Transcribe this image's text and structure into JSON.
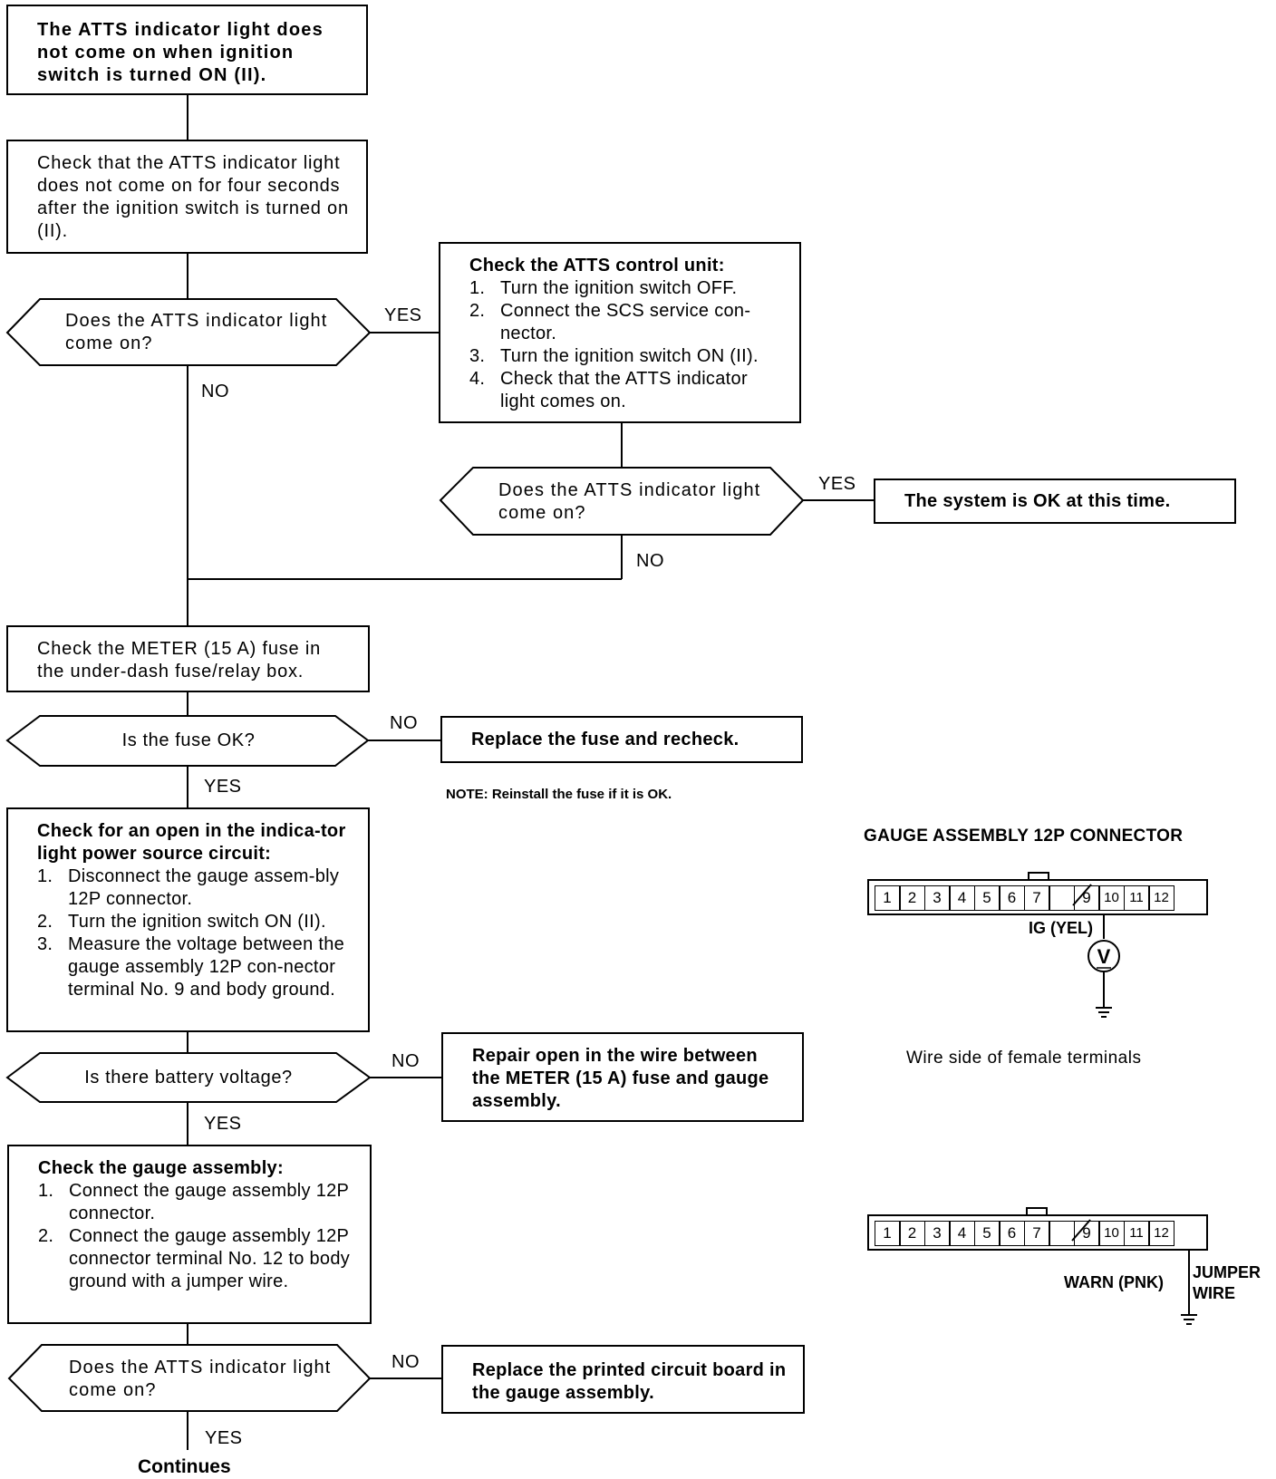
{
  "flow": {
    "start_box": "The ATTS indicator light does not come on when ignition switch is turned ON (II).",
    "check_four_seconds": "Check that the ATTS indicator light does not come on for four seconds after the ignition switch is turned on (II).",
    "decision_light_1": "Does the ATTS indicator light come on?",
    "control_unit": {
      "title": "Check the ATTS control unit:",
      "steps": [
        "Turn the ignition switch OFF.",
        "Connect the SCS service con-nector.",
        "Turn the ignition switch ON (II).",
        "Check that the ATTS indicator light comes on."
      ]
    },
    "decision_light_2": "Does the ATTS indicator light come on?",
    "system_ok": "The system is OK at this time.",
    "check_fuse": "Check the METER (15 A) fuse in the under-dash fuse/relay box.",
    "decision_fuse": "Is the fuse OK?",
    "replace_fuse": "Replace the fuse and recheck.",
    "note": "NOTE:  Reinstall the fuse if it is OK.",
    "power_source": {
      "title": "Check for an open in the indica-tor light power source circuit:",
      "steps": [
        "Disconnect the gauge assem-bly 12P connector.",
        "Turn the ignition switch ON (II).",
        "Measure the voltage between the gauge assembly 12P con-nector terminal No. 9 and body ground."
      ]
    },
    "decision_battery": "Is there battery voltage?",
    "repair_open": "Repair open in the wire between the METER (15 A) fuse and gauge assembly.",
    "gauge_check": {
      "title": "Check the gauge assembly:",
      "steps": [
        "Connect the gauge assembly 12P connector.",
        "Connect the gauge assembly 12P connector terminal No. 12 to body ground with a jumper wire."
      ]
    },
    "decision_light_3": "Does the ATTS indicator light come on?",
    "replace_pcb": "Replace the printed circuit board in the gauge assembly.",
    "continues": "Continues"
  },
  "labels": {
    "yes": "YES",
    "no": "NO"
  },
  "connector": {
    "title": "GAUGE ASSEMBLY 12P CONNECTOR",
    "terminals": [
      "1",
      "2",
      "3",
      "4",
      "5",
      "6",
      "7",
      "",
      "9",
      "10",
      "11",
      "12"
    ],
    "ig_label": "IG (YEL)",
    "voltmeter": "V",
    "wire_side": "Wire side of female terminals",
    "warn_label": "WARN (PNK)",
    "jumper_label": "JUMPER WIRE"
  }
}
